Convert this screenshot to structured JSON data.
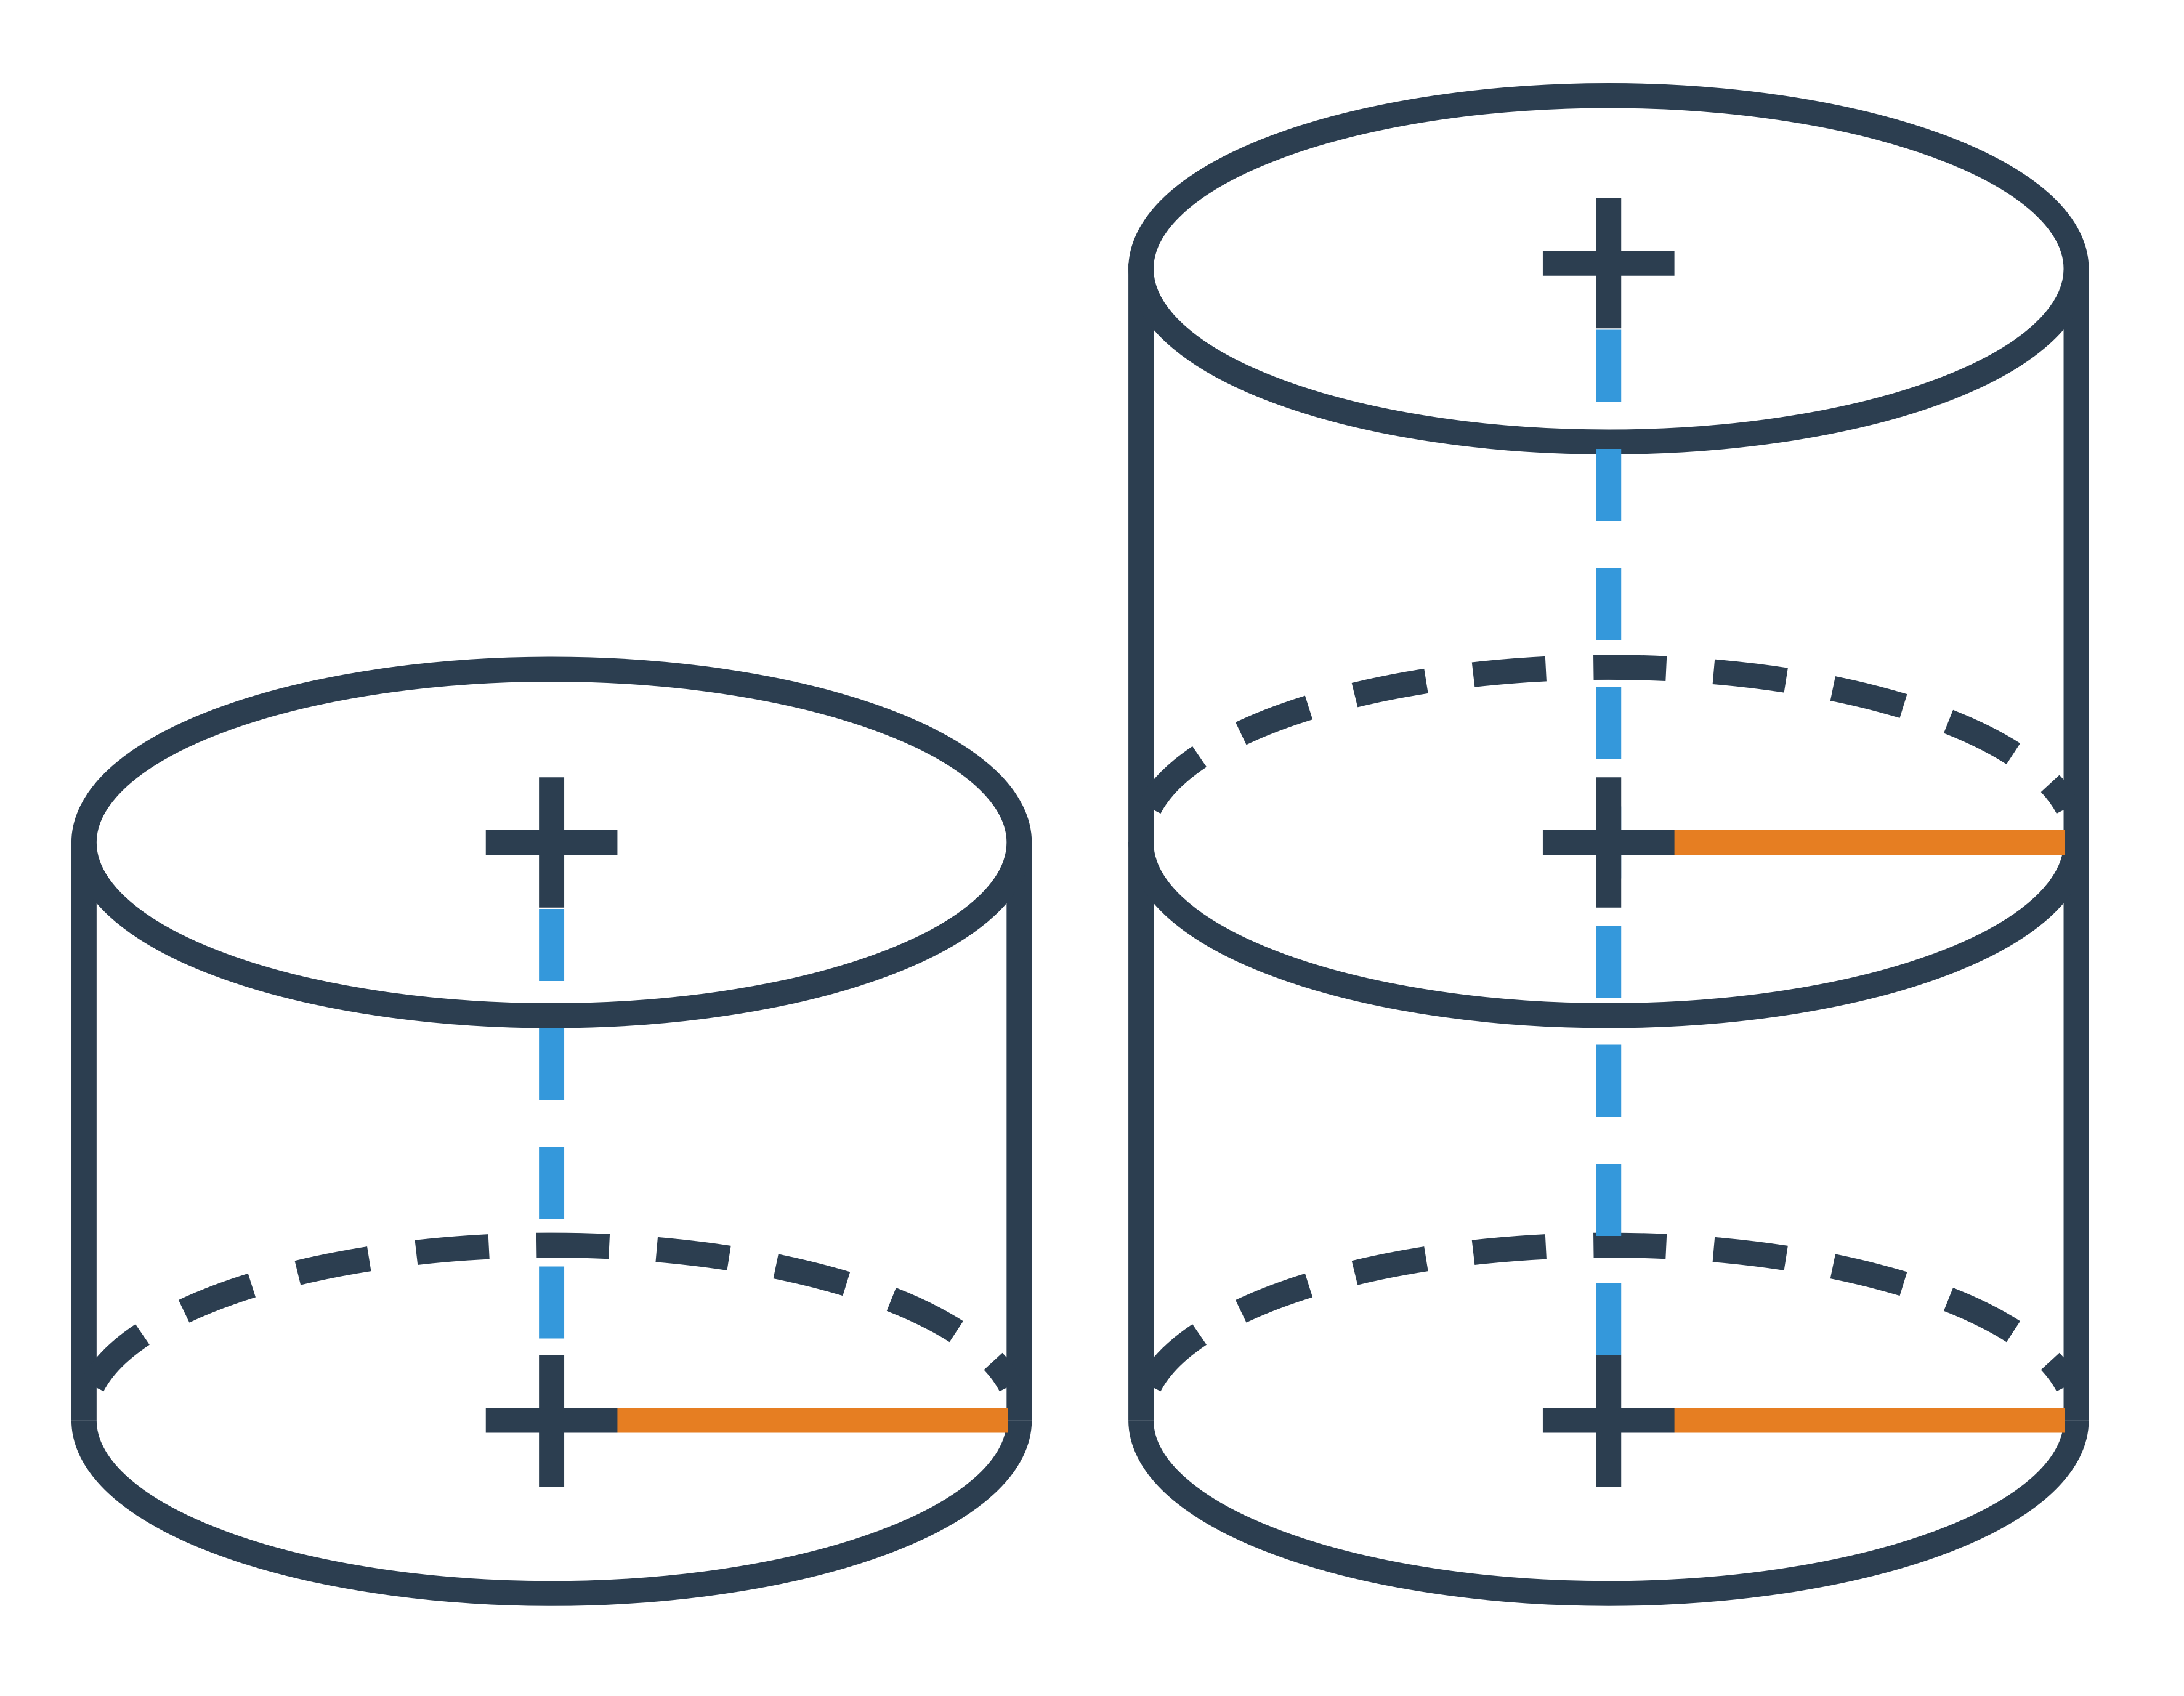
{
  "diagram": {
    "description_free": true,
    "colors": {
      "outline": "#2c3e50",
      "axis": "#3498db",
      "radius": "#e67e22",
      "background": "#ffffff"
    },
    "figures": [
      {
        "name": "short-cylinder",
        "stacked_units": 1
      },
      {
        "name": "tall-cylinder",
        "stacked_units": 2
      }
    ]
  }
}
